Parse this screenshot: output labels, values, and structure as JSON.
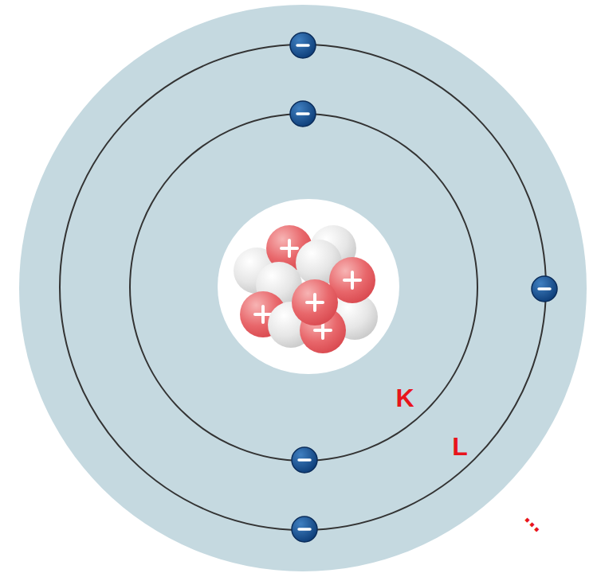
{
  "diagram": {
    "labels": [
      "K",
      "L",
      "..."
    ]
  }
}
